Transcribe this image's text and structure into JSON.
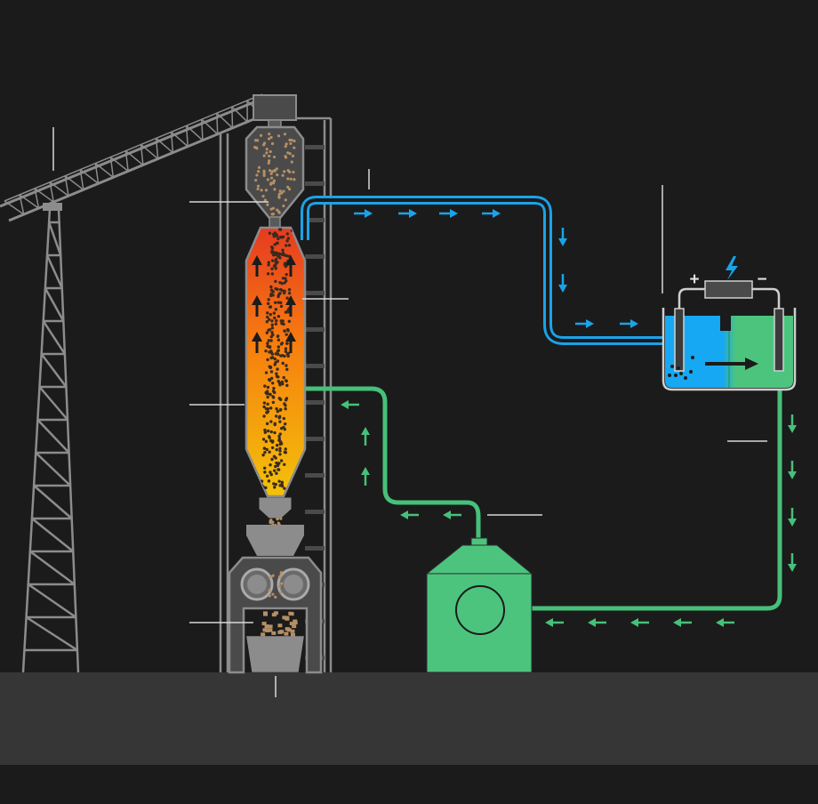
{
  "diagram": {
    "colors": {
      "background": "#1b1b1b",
      "ground": "#363636",
      "structure": "#8c8c8c",
      "structure_fill": "#4a4a4a",
      "blue_pipe": "#1aa3e8",
      "green_pipe": "#46c07a",
      "green_equipment": "#4cc47e",
      "electrolyte_blue": "#16a8f2",
      "electrolyte_green": "#4cc47e",
      "reactor_hot": "#e63a20",
      "reactor_mid": "#f7800f",
      "reactor_cool": "#f2c20a",
      "ore_particles": "#b58f66",
      "bolt": "#1aa3e8"
    },
    "components": [
      "conveyor-belt",
      "lattice-tower",
      "feed-hopper",
      "shaft-reactor",
      "crusher-rollers",
      "product-bin",
      "hydrogen-pipe",
      "recycle-pipe",
      "water-return-pipe",
      "electrolyzer",
      "condenser-unit"
    ],
    "electrolyzer": {
      "positive_symbol": "+",
      "negative_symbol": "−",
      "power_icon": "lightning-bolt-icon"
    },
    "flow_direction_icons": {
      "hydrogen_out": "arrow-right-icon",
      "hydrogen_down": "arrow-down-icon",
      "reactor_up": "arrow-up-icon",
      "recycle_left": "arrow-left-icon",
      "water_down": "arrow-down-icon"
    }
  }
}
